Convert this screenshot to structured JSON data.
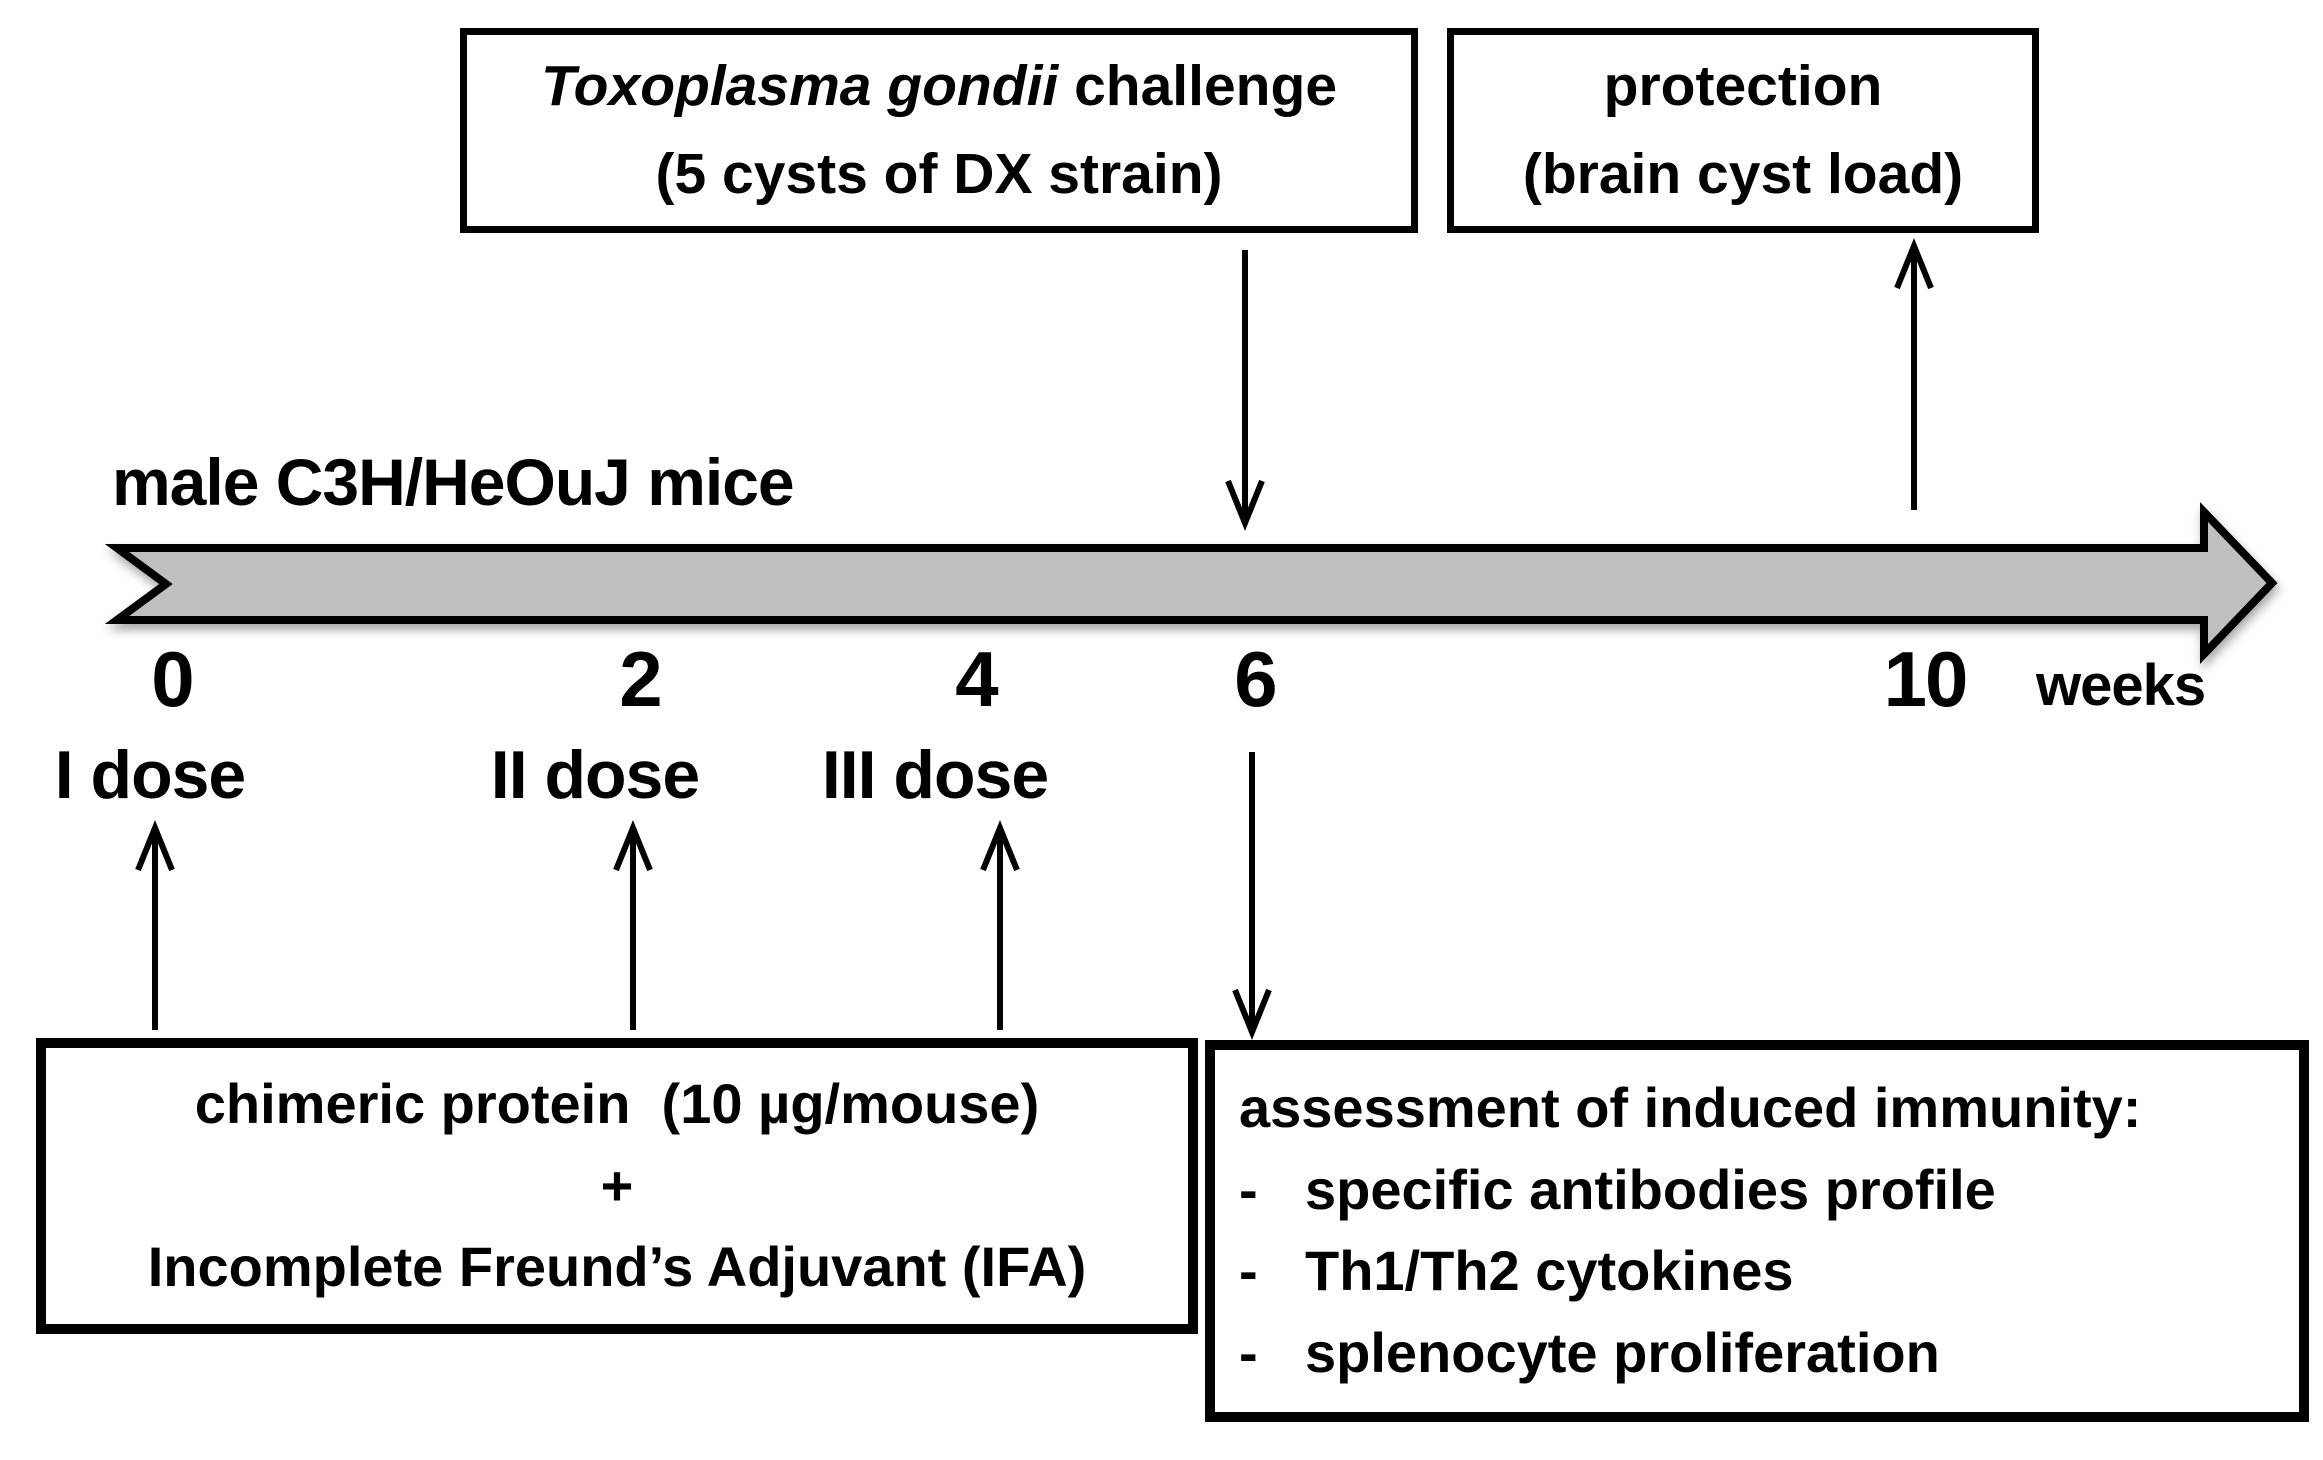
{
  "colors": {
    "background": "#ffffff",
    "ink": "#000000",
    "bar_fill": "#bfbfbf"
  },
  "timeline": {
    "subject_label": "male C3H/HeOuJ mice",
    "axis_unit": "weeks",
    "ticks": [
      {
        "label": "0"
      },
      {
        "label": "2"
      },
      {
        "label": "4"
      },
      {
        "label": "6"
      },
      {
        "label": "10"
      }
    ]
  },
  "doses": [
    "I dose",
    "II dose",
    "III dose"
  ],
  "boxes": {
    "challenge": {
      "line1_italic": "Toxoplasma gondii",
      "line1_rest": " challenge",
      "line2": "(5 cysts of DX strain)"
    },
    "protection": {
      "line1": "protection",
      "line2": "(brain cyst load)"
    },
    "vaccine": {
      "line1": "chimeric protein  (10 µg/mouse)",
      "line2": "+",
      "line3": "Incomplete Freund’s Adjuvant (IFA)"
    },
    "assessment": {
      "title": "assessment of induced immunity:",
      "bullet_marker": "-",
      "bullets": [
        "specific antibodies profile",
        "Th1/Th2 cytokines",
        "splenocyte proliferation"
      ]
    }
  }
}
